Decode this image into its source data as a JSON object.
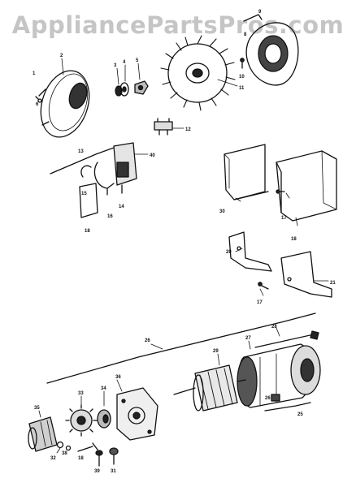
{
  "watermark": "AppliancePartsPros.com",
  "colors": {
    "ink": "#111111",
    "watermark": "#969696",
    "background": "#ffffff"
  },
  "callouts": {
    "c1": "1",
    "c2": "2",
    "c3": "3",
    "c4": "4",
    "c5": "5",
    "c6": "6",
    "c8": "8",
    "c9": "9",
    "c10": "10",
    "c11": "11",
    "c12": "12",
    "c13": "13",
    "c14": "14",
    "c15": "15",
    "c16": "16",
    "c17a": "17",
    "c17b": "17",
    "c18a": "18",
    "c18b": "18",
    "c20": "20",
    "c21": "21",
    "c25": "25",
    "c26a": "26",
    "c26b": "26",
    "c27": "27",
    "c28": "28",
    "c29": "29",
    "c30": "30",
    "c31": "31",
    "c32": "32",
    "c33": "33",
    "c34": "34",
    "c35": "35",
    "c36": "36",
    "c38": "38",
    "c39": "39",
    "c40": "40"
  }
}
